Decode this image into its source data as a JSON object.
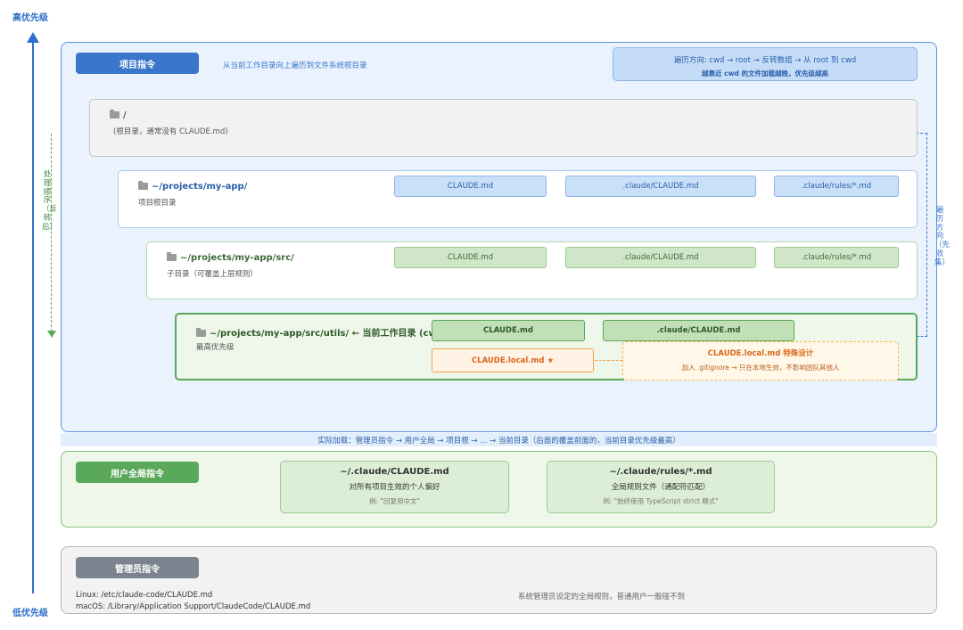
{
  "priority": {
    "high": "高优先级",
    "low": "低优先级"
  },
  "project": {
    "tag": "项目指令",
    "subtitle": "从当前工作目录向上遍历到文件系统根目录",
    "traversal_note": {
      "line1": "遍历方向: cwd → root → 反转数组 → 从 root 到 cwd",
      "line2": "越靠近 cwd 的文件加载越晚，优先级越高"
    },
    "left_vertical": "处理顺序（反转后）",
    "right_vertical": "遍历方向（先收集）",
    "dirs": [
      {
        "path": "/",
        "desc": "(根目录，通常没有 CLAUDE.md)",
        "files": []
      },
      {
        "path": "~/projects/my-app/",
        "desc": "项目根目录",
        "files": [
          "CLAUDE.md",
          ".claude/CLAUDE.md",
          ".claude/rules/*.md"
        ]
      },
      {
        "path": "~/projects/my-app/src/",
        "desc": "子目录（可覆盖上层规则）",
        "files": [
          "CLAUDE.md",
          ".claude/CLAUDE.md",
          ".claude/rules/*.md"
        ]
      },
      {
        "path": "~/projects/my-app/src/utils/ ← 当前工作目录 (cwd)",
        "desc": "最高优先级",
        "files": [
          "CLAUDE.md",
          ".claude/CLAUDE.md"
        ]
      }
    ],
    "local_file": "CLAUDE.local.md ★",
    "local_note": {
      "title": "CLAUDE.local.md 特殊设计",
      "desc": "加入 .gitignore → 只在本地生效，不影响团队其他人"
    }
  },
  "load_order": "实际加载：管理员指令 → 用户全局 → 项目根 → ... → 当前目录（后面的覆盖前面的，当前目录优先级最高）",
  "user": {
    "tag": "用户全局指令",
    "cards": [
      {
        "title": "~/.claude/CLAUDE.md",
        "desc": "对所有项目生效的个人偏好",
        "example": "例: \"回复用中文\""
      },
      {
        "title": "~/.claude/rules/*.md",
        "desc": "全局规则文件（通配符匹配）",
        "example": "例: \"始终使用 TypeScript strict 模式\""
      }
    ]
  },
  "admin": {
    "tag": "管理员指令",
    "linux": "Linux: /etc/claude-code/CLAUDE.md",
    "macos": "macOS: /Library/Application Support/ClaudeCode/CLAUDE.md",
    "desc": "系统管理员设定的全局规则，普通用户一般碰不到"
  },
  "colors": {
    "project_accent": "#3a76cc",
    "user_accent": "#5aa85a",
    "admin_accent": "#7c858f",
    "local_accent": "#f0a04b"
  }
}
